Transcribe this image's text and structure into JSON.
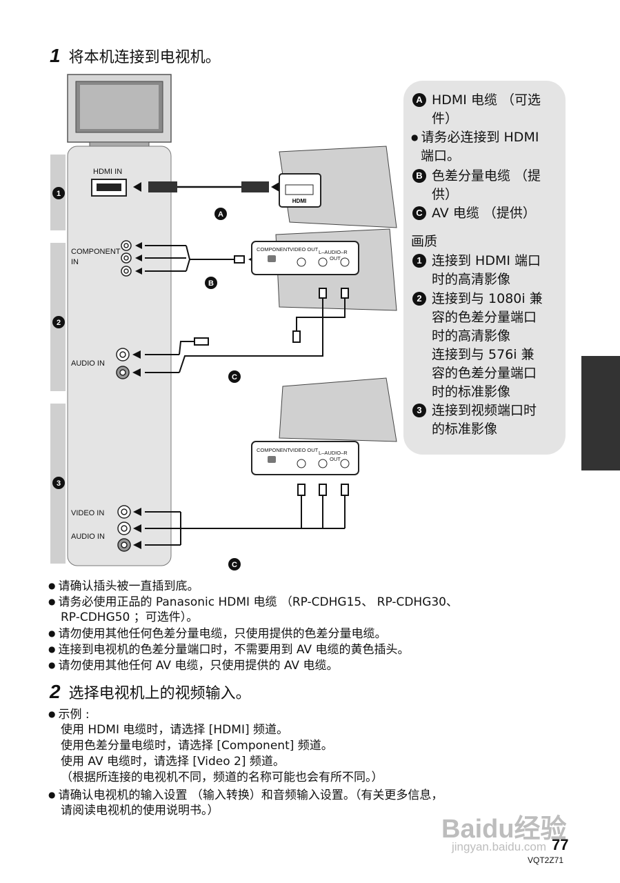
{
  "step1": {
    "num": "1",
    "title": "将本机连接到电视机。"
  },
  "diagram": {
    "tv_labels": {
      "hdmi_in": "HDMI IN",
      "component_in_1": "COMPONENT",
      "component_in_2": "IN",
      "audio_in_1": "AUDIO IN",
      "video_in": "VIDEO IN",
      "audio_in_2": "AUDIO IN"
    },
    "camera_labels": {
      "hdmi_port": "HDMI",
      "component": "COMPONENT",
      "video_out": "VIDEO OUT",
      "audio_out": "L–AUDIO–R",
      "out": "OUT"
    },
    "side_markers": [
      "1",
      "2",
      "3"
    ],
    "cable_markers": [
      "A",
      "B",
      "C",
      "C"
    ]
  },
  "legend": {
    "a_label": "A",
    "a_text_1": "HDMI 电缆 （可选",
    "a_text_2": "件）",
    "a_note_1": "请务必连接到 HDMI",
    "a_note_2": "端口。",
    "b_label": "B",
    "b_text_1": "色差分量电缆 （提",
    "b_text_2": "供）",
    "c_label": "C",
    "c_text": "AV 电缆 （提供）",
    "quality_title": "画质",
    "q1_num": "1",
    "q1_1": "连接到 HDMI 端口",
    "q1_2": "时的高清影像",
    "q2_num": "2",
    "q2_1": "连接到与 1080i 兼",
    "q2_2": "容的色差分量端口",
    "q2_3": "时的高清影像",
    "q2_4": "连接到与 576i 兼",
    "q2_5": "容的色差分量端口",
    "q2_6": "时的标准影像",
    "q3_num": "3",
    "q3_1": "连接到视频端口时",
    "q3_2": "的标准影像"
  },
  "notes1": {
    "n1": "请确认插头被一直插到底。",
    "n2a": "请务必使用正品的 Panasonic HDMI 电缆 （RP-CDHG15、 RP-CDHG30、",
    "n2b": "RP-CDHG50 ；可选件）。",
    "n3": "请勿使用其他任何色差分量电缆，只使用提供的色差分量电缆。",
    "n4": "连接到电视机的色差分量端口时，不需要用到 AV 电缆的黄色插头。",
    "n5": "请勿使用其他任何 AV 电缆，只使用提供的 AV 电缆。"
  },
  "step2": {
    "num": "2",
    "title": "选择电视机上的视频输入。"
  },
  "notes2": {
    "ex": "示例 :",
    "l1": "使用 HDMI 电缆时，请选择 [HDMI] 频道。",
    "l2": "使用色差分量电缆时，请选择 [Component] 频道。",
    "l3": "使用 AV 电缆时，请选择 [Video 2] 频道。",
    "l4": "（根据所连接的电视机不同，频道的名称可能也会有所不同。）",
    "l5a": "请确认电视机的输入设置 （输入转换）和音频输入设置。（有关更多信息，",
    "l5b": "请阅读电视机的使用说明书。）"
  },
  "footer": {
    "page": "77",
    "code": "VQT2Z71"
  },
  "watermark": {
    "logo": "Baidu经验",
    "url": "jingyan.baidu.com"
  }
}
